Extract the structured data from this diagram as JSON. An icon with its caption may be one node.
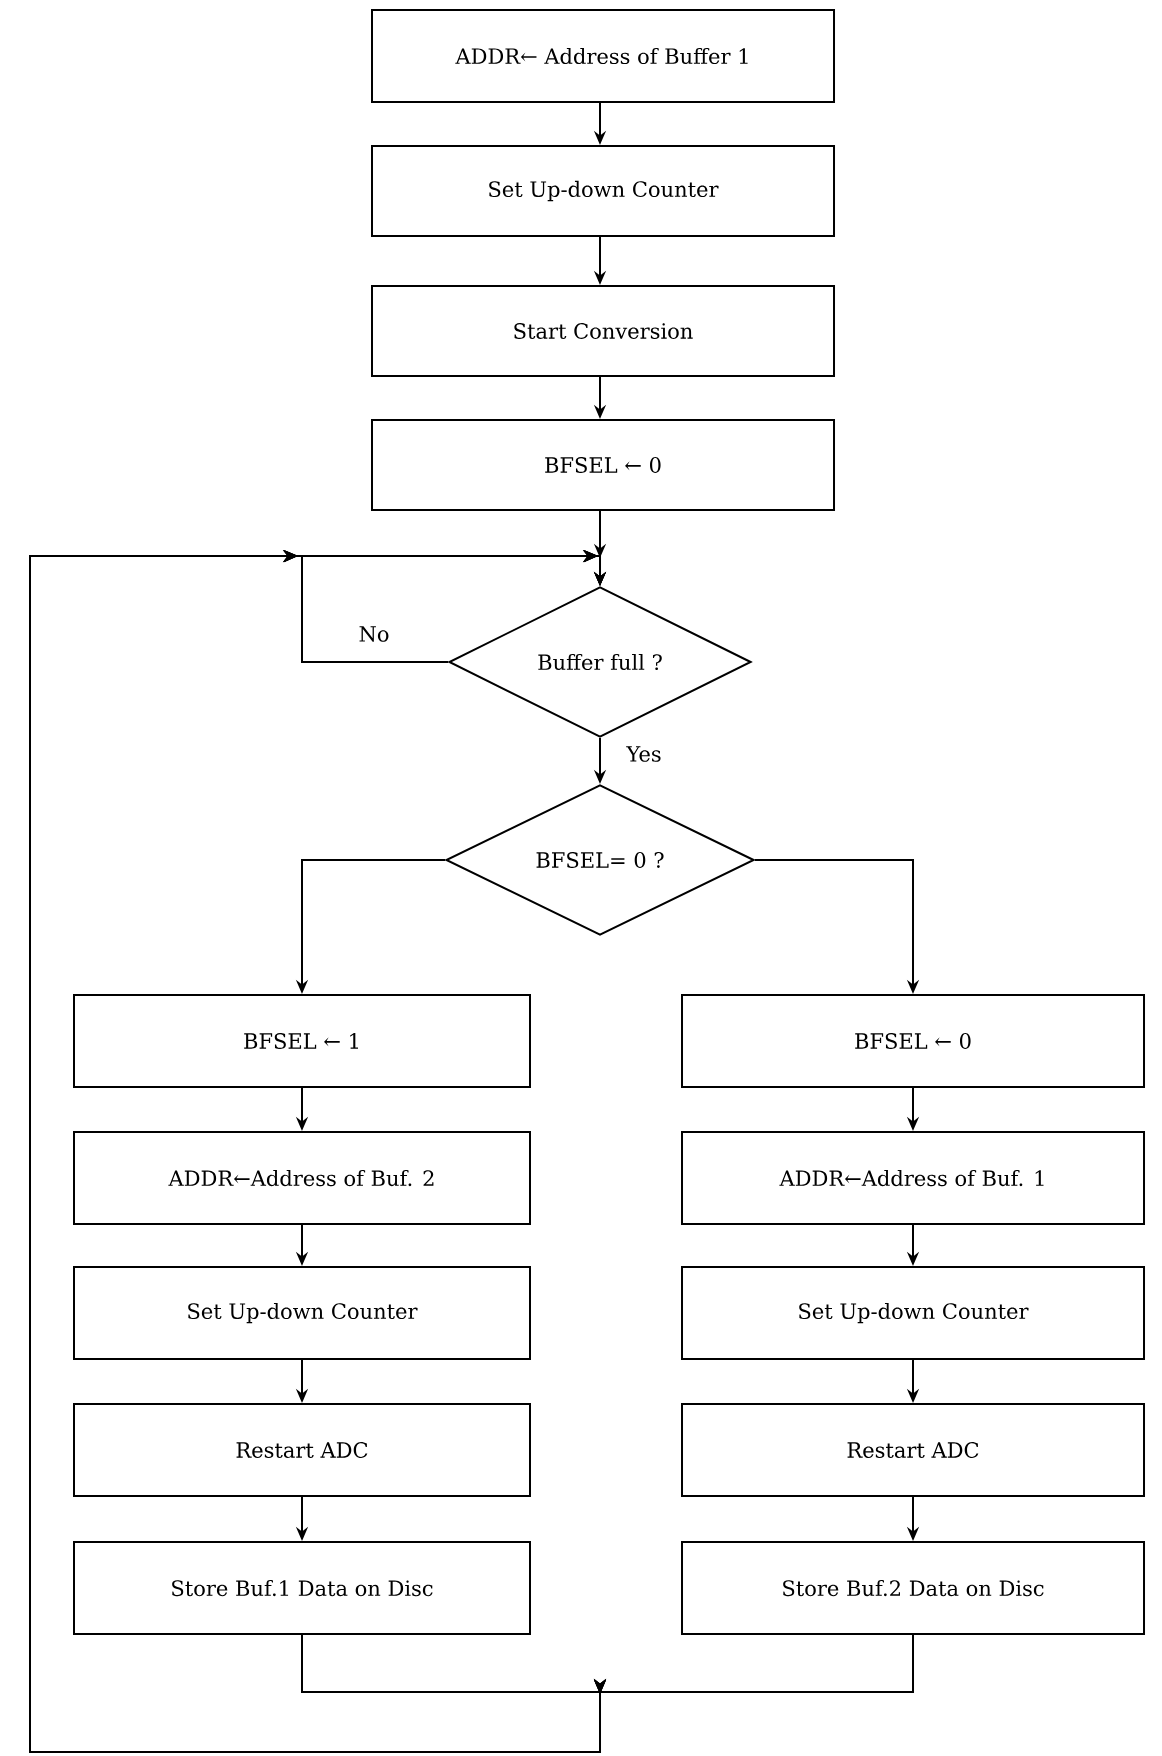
{
  "diagram": {
    "nodes": [
      {
        "text": [
          "ADDR← Address of Buffer 1"
        ]
      },
      {
        "text": [
          "Set Up-down Counter"
        ]
      },
      {
        "text": [
          "Start Conversion"
        ]
      },
      {
        "text": [
          "BFSEL ← 0"
        ]
      },
      {
        "text": [
          "Buffer full ?"
        ]
      },
      {
        "text": [
          "BFSEL= 0 ?"
        ]
      },
      {
        "text": [
          "BFSEL ← 1"
        ]
      },
      {
        "text": [
          "ADDR←Address of Buf. 2"
        ]
      },
      {
        "text": [
          "Set Up-down Counter"
        ]
      },
      {
        "text": [
          "Restart ADC"
        ]
      },
      {
        "text": [
          "Store Buf.1 Data on Disc"
        ]
      },
      {
        "text": [
          "BFSEL ← 0"
        ]
      },
      {
        "text": [
          "ADDR←Address of Buf. 1"
        ]
      },
      {
        "text": [
          "Set Up-down Counter"
        ]
      },
      {
        "text": [
          "Restart ADC"
        ]
      },
      {
        "text": [
          "Store Buf.2 Data on Disc"
        ]
      }
    ],
    "edges": [
      {
        "from": 0,
        "to": 1,
        "arrow": "to"
      },
      {
        "from": 1,
        "to": 2,
        "arrow": "to"
      },
      {
        "from": 2,
        "to": 3,
        "arrow": "to"
      },
      {
        "from": 3,
        "to": 4,
        "arrow": "to"
      },
      {
        "from": 4,
        "to": 4,
        "arrow": "to",
        "label": "No"
      },
      {
        "from": 4,
        "to": 5,
        "arrow": "to",
        "label": "Yes"
      },
      {
        "from": 5,
        "to": 6,
        "arrow": "to"
      },
      {
        "from": 5,
        "to": 11,
        "arrow": "to"
      },
      {
        "from": 6,
        "to": 7,
        "arrow": "to"
      },
      {
        "from": 7,
        "to": 8,
        "arrow": "to"
      },
      {
        "from": 8,
        "to": 9,
        "arrow": "to"
      },
      {
        "from": 9,
        "to": 10,
        "arrow": "to"
      },
      {
        "from": 11,
        "to": 12,
        "arrow": "to"
      },
      {
        "from": 12,
        "to": 13,
        "arrow": "to"
      },
      {
        "from": 13,
        "to": 14,
        "arrow": "to"
      },
      {
        "from": 14,
        "to": 15,
        "arrow": "to"
      },
      {
        "from": 10,
        "to": 4,
        "arrow": "to"
      },
      {
        "from": 15,
        "to": 4,
        "arrow": "to"
      }
    ]
  }
}
